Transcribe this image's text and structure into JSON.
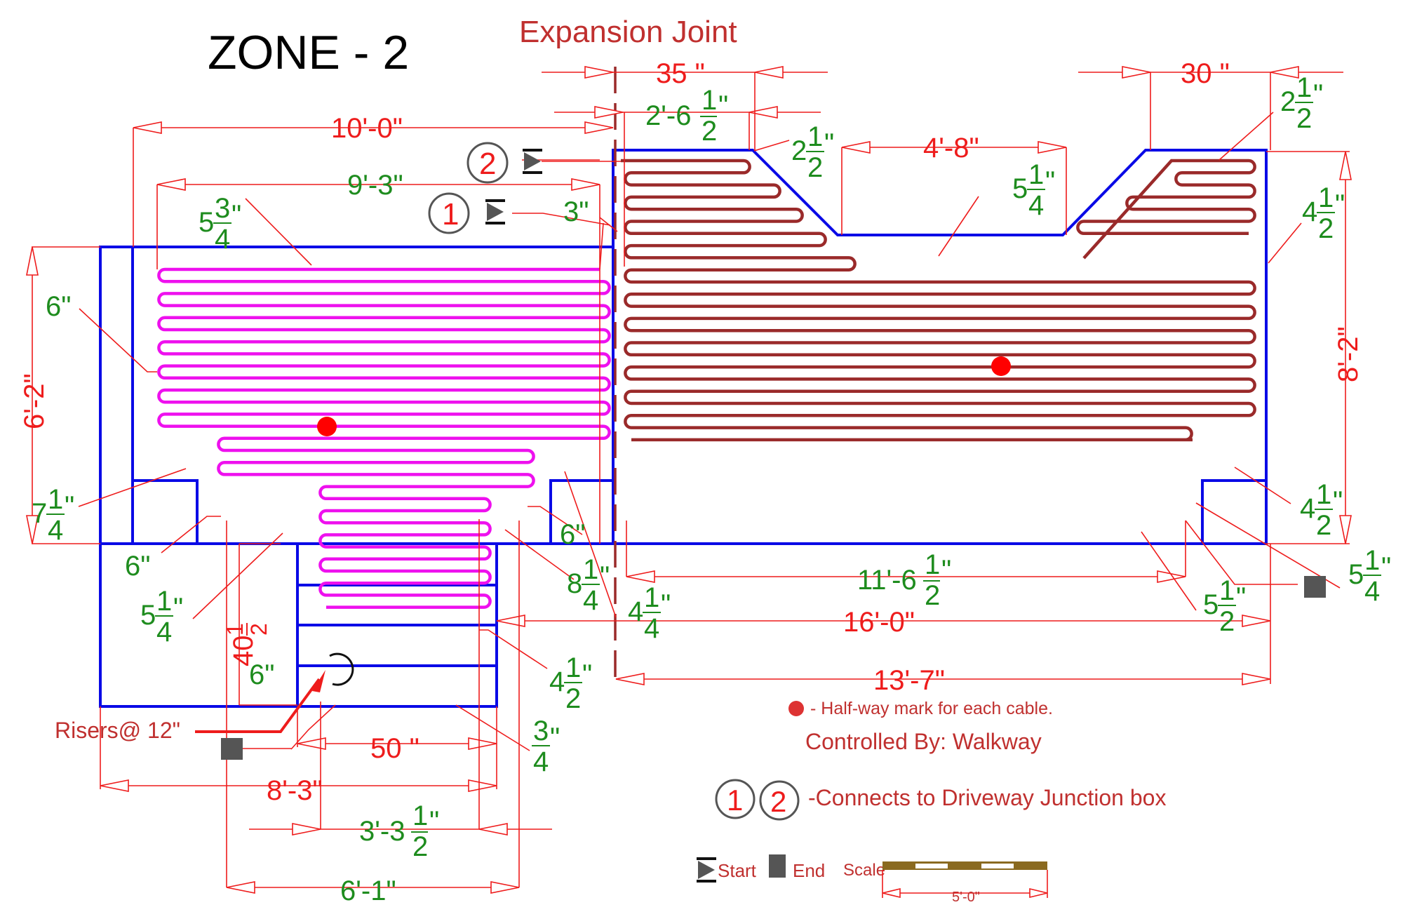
{
  "title": "ZONE - 2",
  "expansion_joint_label": "Expansion Joint",
  "colors": {
    "outline": "#0a0ae6",
    "cable_1": "#ee10ee",
    "cable_2": "#9a2a2a",
    "dimension": "#ee1c1c",
    "dimension_green": "#1e8c1e",
    "legend_text": "#c0302f",
    "marker": "#555555",
    "scale_bar": "#8a6a20"
  },
  "markers": {
    "circle_1": "1",
    "circle_2": "2"
  },
  "dimensions_overall": {
    "left_width": "10'-0\"",
    "left_cable_run": "9'-3\"",
    "top_left_gap": "35 \"",
    "top_left_cable": "2'-6",
    "top_right_gap": "30 \"",
    "notch_width": "4'-8\"",
    "left_height": "6'-2\"",
    "right_height": "8'-2\"",
    "right_cable_run": "11'-6",
    "right_total": "16'-0\"",
    "right_block": "13'-7\"",
    "lower_width": "50 \"",
    "lower_total": "8'-3\"",
    "lower_cable": "3'-3",
    "lower_span": "6'-1\"",
    "riser_height": "40"
  },
  "fractions": {
    "half": {
      "num": "1",
      "den": "2"
    },
    "quarter": {
      "num": "1",
      "den": "4"
    },
    "three_quarter": {
      "num": "3",
      "den": "4"
    }
  },
  "spacing_labels": {
    "s_5_3_4": "5",
    "s_3": "3\"",
    "s_6_a": "6\"",
    "s_7_1_4": "7",
    "s_6_b": "6\"",
    "s_5_1_4_left": "5",
    "s_6_c": "6\"",
    "s_8_1_4": "8",
    "s_4_1_4": "4",
    "s_4_1_2_mid": "4",
    "s_6_d": "6\"",
    "s_3_4": "",
    "s_2_1_2_a": "2",
    "s_5_1_4_top": "5",
    "s_2_1_2_b": "2",
    "s_4_1_2_top": "4",
    "s_4_1_2_bot": "4",
    "s_5_1_4_right": "5",
    "s_5_1_2": "5",
    "inch": "\""
  },
  "callouts": {
    "risers": "Risers@ 12\""
  },
  "legend": {
    "halfway": "- Half-way mark for each cable.",
    "controlled_by": "Controlled By: Walkway",
    "connects": "-Connects to Driveway Junction box",
    "start": "Start",
    "end": "End",
    "scale": "Scale",
    "scale_length": "5'-0\""
  }
}
